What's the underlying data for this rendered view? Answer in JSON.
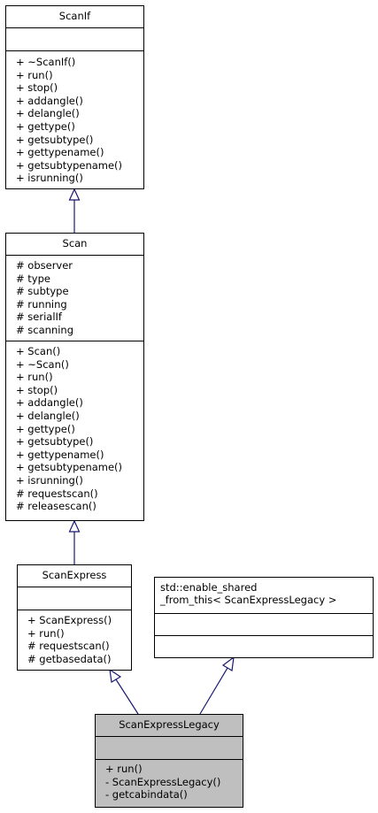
{
  "classes": {
    "scanif": {
      "name": "ScanIf",
      "attributes": [],
      "methods": [
        "+ ~ScanIf()",
        "+ run()",
        "+ stop()",
        "+ addangle()",
        "+ delangle()",
        "+ gettype()",
        "+ getsubtype()",
        "+ gettypename()",
        "+ getsubtypename()",
        "+ isrunning()"
      ]
    },
    "scan": {
      "name": "Scan",
      "attributes": [
        "# observer",
        "# type",
        "# subtype",
        "# running",
        "# serialIf",
        "# scanning"
      ],
      "methods": [
        "+ Scan()",
        "+ ~Scan()",
        "+ run()",
        "+ stop()",
        "+ addangle()",
        "+ delangle()",
        "+ gettype()",
        "+ getsubtype()",
        "+ gettypename()",
        "+ getsubtypename()",
        "+ isrunning()",
        "# requestscan()",
        "# releasescan()"
      ]
    },
    "scanexpress": {
      "name": "ScanExpress",
      "attributes": [],
      "methods": [
        "+ ScanExpress()",
        "+ run()",
        "# requestscan()",
        "# getbasedata()"
      ]
    },
    "enable_shared": {
      "name_lines": [
        "std::enable_shared",
        "_from_this< ScanExpressLegacy >"
      ],
      "attributes": [],
      "methods": []
    },
    "scanexpresslegacy": {
      "name": "ScanExpressLegacy",
      "attributes": [],
      "methods": [
        "+ run()",
        "- ScanExpressLegacy()",
        "- getcabindata()"
      ]
    }
  },
  "edges": [
    {
      "from": "scan",
      "to": "scanif",
      "kind": "inheritance"
    },
    {
      "from": "scanexpress",
      "to": "scan",
      "kind": "inheritance"
    },
    {
      "from": "scanexpresslegacy",
      "to": "scanexpress",
      "kind": "inheritance"
    },
    {
      "from": "scanexpresslegacy",
      "to": "enable_shared",
      "kind": "inheritance"
    }
  ],
  "colors": {
    "highlight": "#bfbfbf",
    "edge": "#191970"
  }
}
